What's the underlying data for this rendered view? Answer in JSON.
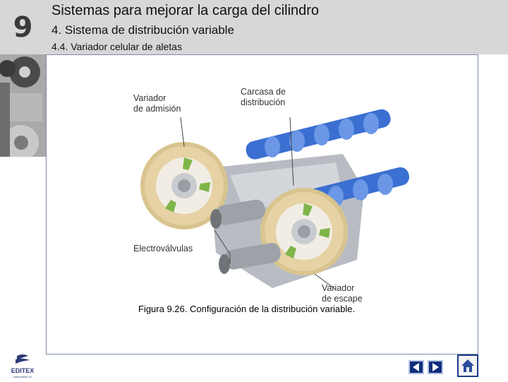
{
  "chapter": {
    "number": "9"
  },
  "header": {
    "title": "Sistemas para mejorar la carga del cilindro",
    "subtitle": "4. Sistema de distribución variable",
    "subsubtitle": "4.4. Variador celular de aletas"
  },
  "figure": {
    "labels": {
      "intake_line1": "Variador",
      "intake_line2": "de admisión",
      "housing_line1": "Carcasa de",
      "housing_line2": "distribución",
      "solenoids": "Electroválvulas",
      "exhaust_line1": "Variador",
      "exhaust_line2": "de escape"
    },
    "caption": "Figura 9.26. Configuración de la distribución variable."
  },
  "footer": {
    "logo_text": "EDITEX",
    "logo_url": "www.editex.es"
  },
  "icons": {
    "prev": "prev-arrow-icon",
    "next": "next-arrow-icon",
    "home": "home-icon"
  },
  "colors": {
    "header_bg": "#d7d7d7",
    "frame_border": "#7a8aa6",
    "nav_button": "#0e2e7a",
    "camshaft_blue": "#3b6fd1",
    "gear_beige": "#e6d2a4"
  }
}
